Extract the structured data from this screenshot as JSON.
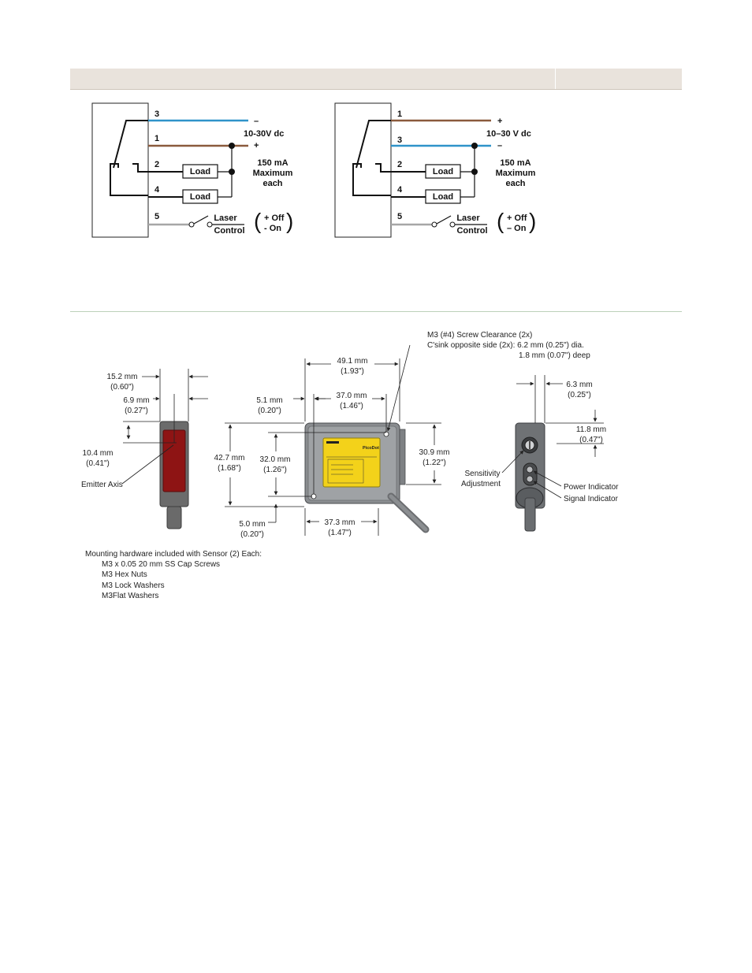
{
  "wiring_npn": {
    "wires": [
      "3",
      "1",
      "2",
      "4",
      "5"
    ],
    "supply_minus": "–",
    "supply_label": "10-30V dc",
    "supply_plus": "+",
    "load1": "Load",
    "load2": "Load",
    "current": [
      "150 mA",
      "Maximum",
      "each"
    ],
    "laser": "Laser",
    "control": "Control",
    "off": "+ Off",
    "on": "- On"
  },
  "wiring_pnp": {
    "wires": [
      "1",
      "3",
      "2",
      "4",
      "5"
    ],
    "supply_plus": "+",
    "supply_label": "10–30 V dc",
    "supply_minus": "–",
    "load1": "Load",
    "load2": "Load",
    "current": [
      "150 mA",
      "Maximum",
      "each"
    ],
    "laser": "Laser",
    "control": "Control",
    "off": "+ Off",
    "on": "– On"
  },
  "dims": {
    "screw_note": [
      "M3 (#4) Screw Clearance (2x)",
      "C'sink opposite side (2x): 6.2 mm (0.25\") dia.",
      "1.8 mm (0.07\") deep"
    ],
    "d_15_2": [
      "15.2 mm",
      "(0.60\")"
    ],
    "d_6_9": [
      "6.9 mm",
      "(0.27\")"
    ],
    "d_10_4": [
      "10.4 mm",
      "(0.41\")"
    ],
    "emitter": "Emitter Axis",
    "d_49_1": [
      "49.1 mm",
      "(1.93\")"
    ],
    "d_5_1": [
      "5.1 mm",
      "(0.20\")"
    ],
    "d_37_0": [
      "37.0 mm",
      "(1.46\")"
    ],
    "d_42_7": [
      "42.7 mm",
      "(1.68\")"
    ],
    "d_32_0": [
      "32.0 mm",
      "(1.26\")"
    ],
    "d_30_9": [
      "30.9 mm",
      "(1.22\")"
    ],
    "d_5_0": [
      "5.0 mm",
      "(0.20\")"
    ],
    "d_37_3": [
      "37.3 mm",
      "(1.47\")"
    ],
    "d_6_3": [
      "6.3 mm",
      "(0.25\")"
    ],
    "d_11_8": [
      "11.8 mm",
      "(0.47\")"
    ],
    "sensitivity": [
      "Sensitivity",
      "Adjustment"
    ],
    "power": "Power Indicator",
    "signal": "Signal Indicator",
    "brand": "PicoDot"
  },
  "mounting": {
    "title": "Mounting hardware included with Sensor (2) Each:",
    "items": [
      "M3 x 0.05 20 mm SS Cap Screws",
      "M3 Hex Nuts",
      "M3 Lock Washers",
      "M3Flat Washers"
    ]
  },
  "colors": {
    "blue": "#2f93c9",
    "brown": "#8a5a3c",
    "gray": "#a6a6a6",
    "yellow": "#f3d21a"
  }
}
